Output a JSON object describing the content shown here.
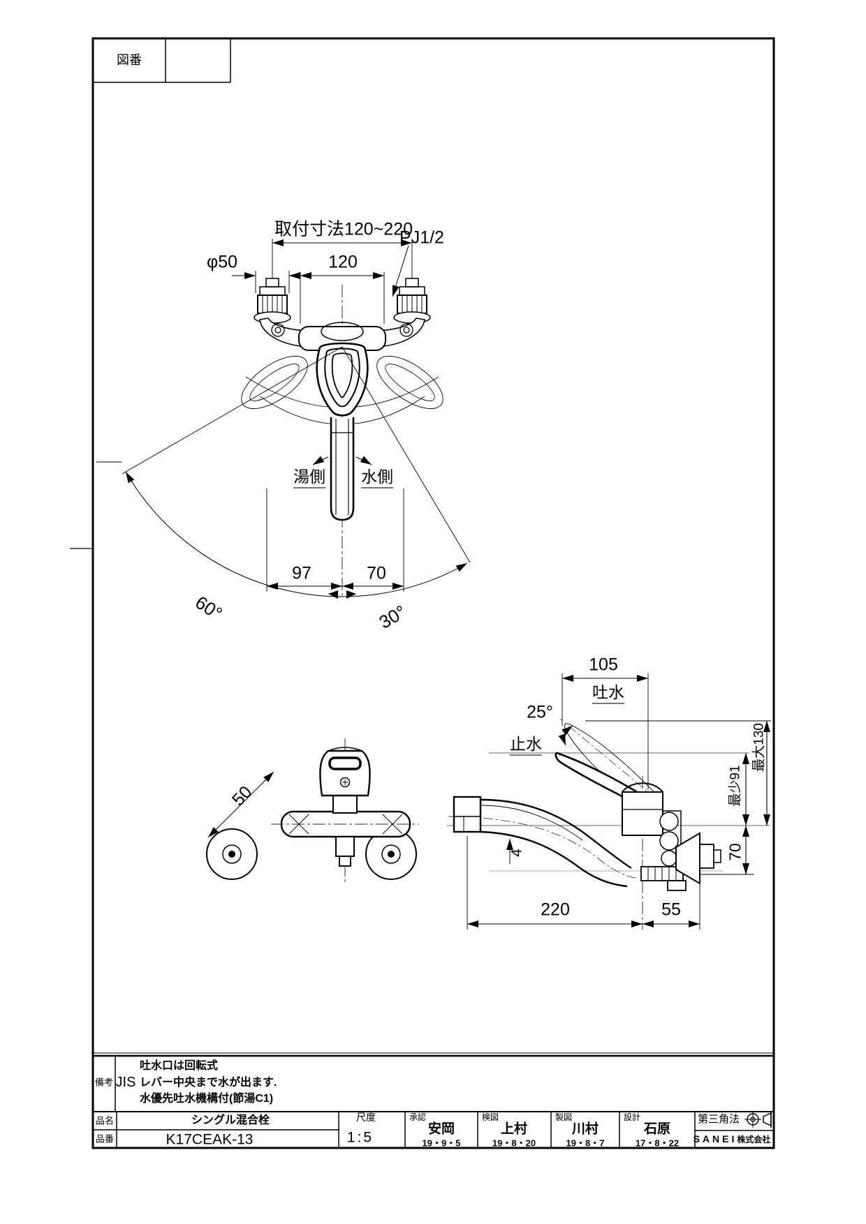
{
  "sheet": {
    "drawing_no_label": "図番",
    "projection_label": "第三角法",
    "company_name": "SANEI",
    "company_suffix": "株式会社"
  },
  "top_view": {
    "dim_mounting": "取付寸法120~220",
    "dim_dia": "φ50",
    "dim_120": "120",
    "thread": "PJ1/2",
    "hot_label": "湯側",
    "cold_label": "水側",
    "dim_97": "97",
    "dim_70": "70",
    "angle_60": "60°",
    "angle_30": "30°"
  },
  "side_view": {
    "dim_105": "105",
    "spout_label": "吐水",
    "angle_25": "25°",
    "stop_label": "止水",
    "dim_min": "最少91",
    "dim_max": "最大130",
    "dim_70": "70",
    "dim_4": "4",
    "dim_220": "220",
    "dim_55": "55"
  },
  "front_view": {
    "dim_50": "50"
  },
  "title_block": {
    "remarks_label": "備考",
    "standard": "JIS",
    "remarks_line1": "吐水口は回転式",
    "remarks_line2": "レバー中央まで水が出ます.",
    "remarks_line3": "水優先吐水機構付(節湯C1)",
    "product_name_label": "品名",
    "product_name": "シングル混合栓",
    "product_no_label": "品番",
    "product_no": "K17CEAK-13",
    "scale_label": "尺度",
    "scale_value": "1:5",
    "approvals": [
      {
        "role": "承認",
        "name": "安岡",
        "date": "19・9・5"
      },
      {
        "role": "検図",
        "name": "上村",
        "date": "19・8・20"
      },
      {
        "role": "製図",
        "name": "川村",
        "date": "19・8・7"
      },
      {
        "role": "設計",
        "name": "石原",
        "date": "17・8・22"
      }
    ]
  }
}
